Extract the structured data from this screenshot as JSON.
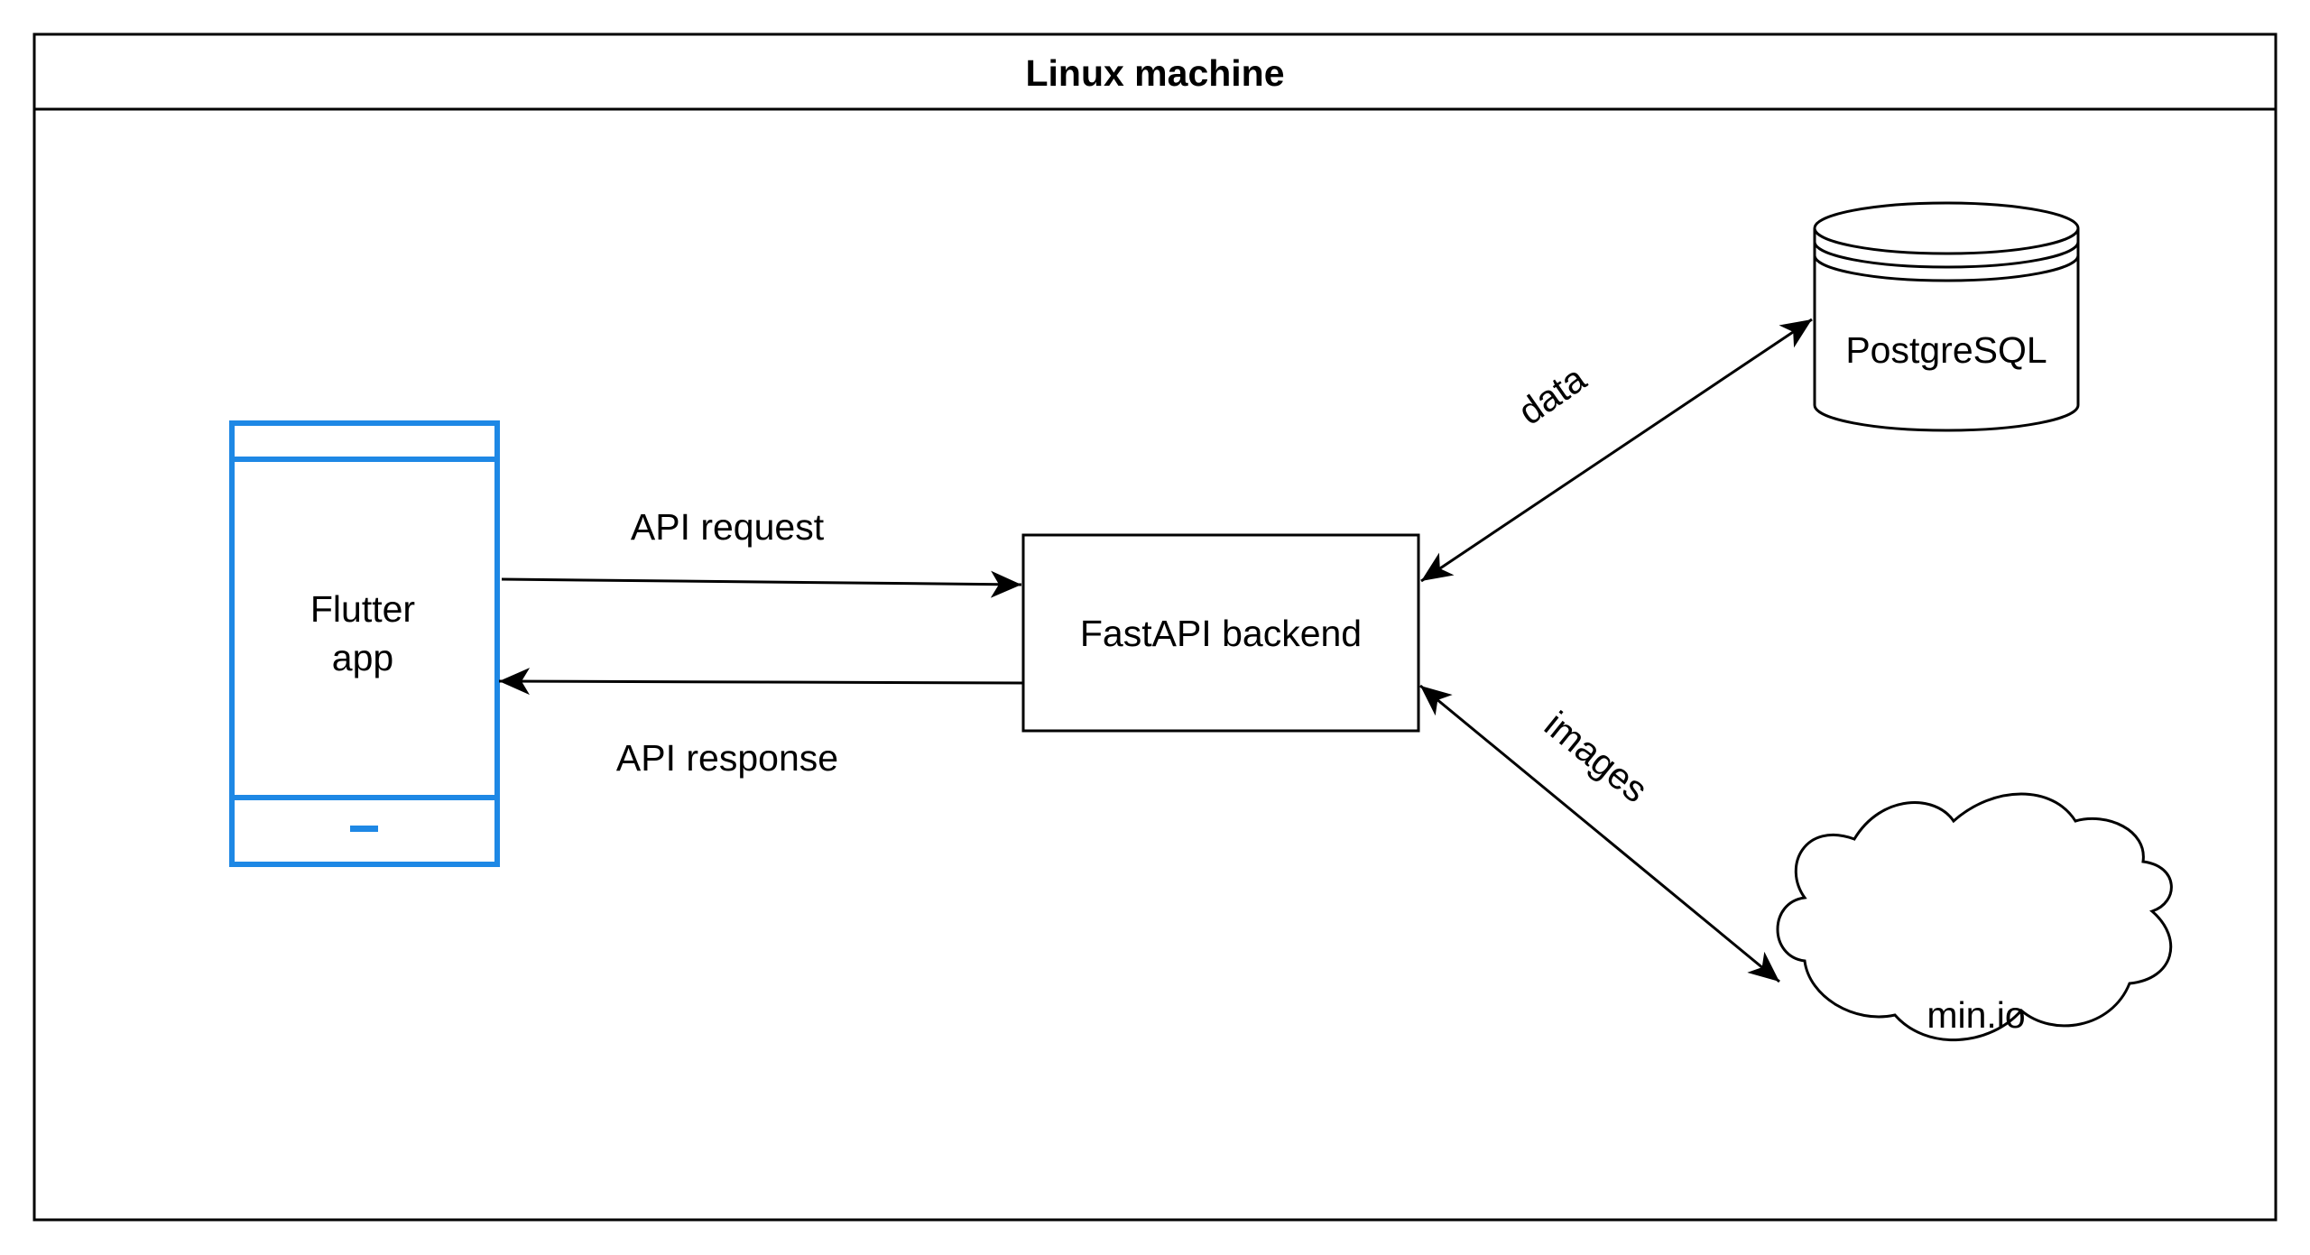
{
  "container": {
    "title": "Linux machine"
  },
  "nodes": {
    "flutter_app": {
      "line1": "Flutter",
      "line2": "app",
      "color": "#1e88e5"
    },
    "backend": {
      "label": "FastAPI backend"
    },
    "database": {
      "label": "PostgreSQL"
    },
    "storage": {
      "label": "min.io"
    }
  },
  "edges": {
    "request": {
      "label": "API request"
    },
    "response": {
      "label": "API response"
    },
    "data": {
      "label": "data"
    },
    "images": {
      "label": "images"
    }
  }
}
